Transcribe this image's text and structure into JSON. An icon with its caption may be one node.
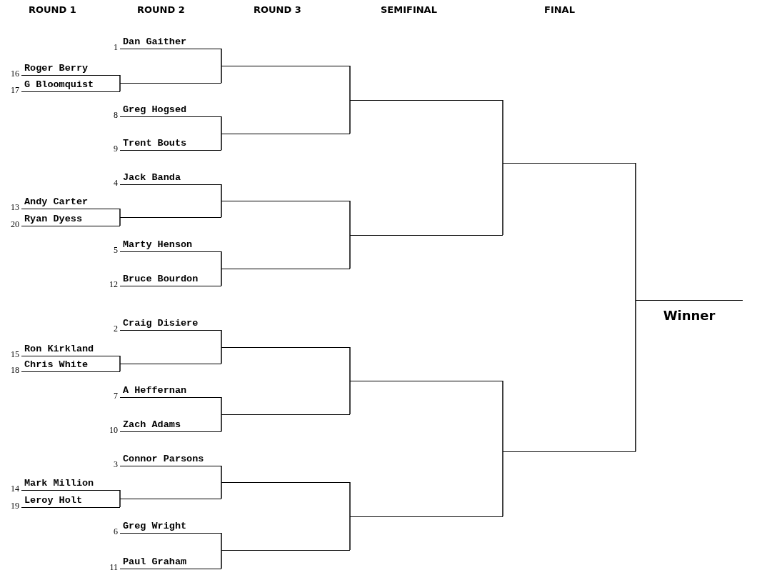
{
  "diagram": {
    "nodes": [
      {
        "text": [
          "Roger Berry"
        ],
        "beside": [
          "16"
        ]
      },
      {
        "text": [
          "G Bloomquist"
        ],
        "beside": [
          "17"
        ]
      },
      {
        "text": [
          "Andy Carter"
        ],
        "beside": [
          "13"
        ]
      },
      {
        "text": [
          "Ryan Dyess"
        ],
        "beside": [
          "20"
        ]
      },
      {
        "text": [
          "Ron Kirkland"
        ],
        "beside": [
          "15"
        ]
      },
      {
        "text": [
          "Chris White"
        ],
        "beside": [
          "18"
        ]
      },
      {
        "text": [
          "Mark Million"
        ],
        "beside": [
          "14"
        ]
      },
      {
        "text": [
          "Leroy Holt"
        ],
        "beside": [
          "19"
        ]
      },
      {
        "text": [
          "Dan Gaither"
        ],
        "beside": [
          "1"
        ]
      },
      {
        "text": [],
        "shape": "line"
      },
      {
        "text": [
          "Greg Hogsed"
        ],
        "beside": [
          "8"
        ]
      },
      {
        "text": [
          "Trent Bouts"
        ],
        "beside": [
          "9"
        ]
      },
      {
        "text": [
          "Jack Banda"
        ],
        "beside": [
          "4"
        ]
      },
      {
        "text": [],
        "shape": "line"
      },
      {
        "text": [
          "Marty Henson"
        ],
        "beside": [
          "5"
        ]
      },
      {
        "text": [
          "Bruce Bourdon"
        ],
        "beside": [
          "12"
        ]
      },
      {
        "text": [
          "Craig Disiere"
        ],
        "beside": [
          "2"
        ]
      },
      {
        "text": [],
        "shape": "line"
      },
      {
        "text": [
          "A Heffernan"
        ],
        "beside": [
          "7"
        ]
      },
      {
        "text": [
          "Zach Adams"
        ],
        "beside": [
          "10"
        ]
      },
      {
        "text": [
          "Connor Parsons"
        ],
        "beside": [
          "3"
        ]
      },
      {
        "text": [],
        "shape": "line"
      },
      {
        "text": [
          "Greg Wright"
        ],
        "beside": [
          "6"
        ]
      },
      {
        "text": [
          "Paul Graham"
        ],
        "beside": [
          "11"
        ]
      },
      {
        "text": [],
        "shape": "line"
      },
      {
        "text": [],
        "shape": "line"
      },
      {
        "text": [],
        "shape": "line"
      },
      {
        "text": [],
        "shape": "line"
      },
      {
        "text": [],
        "shape": "line"
      },
      {
        "text": [],
        "shape": "line"
      },
      {
        "text": [],
        "shape": "line"
      },
      {
        "text": [],
        "shape": "line"
      },
      {
        "text": [],
        "shape": "line"
      },
      {
        "text": [],
        "shape": "line"
      },
      {
        "text": [],
        "shape": "line"
      },
      {
        "text": [],
        "shape": "line"
      },
      {
        "text": [],
        "shape": "line"
      },
      {
        "text": [],
        "shape": "line"
      },
      {
        "text": [
          "Winner"
        ]
      }
    ],
    "edges": [
      {
        "from": 0,
        "to": 9,
        "arrow": "none"
      },
      {
        "from": 1,
        "to": 9,
        "arrow": "none"
      },
      {
        "from": 2,
        "to": 13,
        "arrow": "none"
      },
      {
        "from": 3,
        "to": 13,
        "arrow": "none"
      },
      {
        "from": 4,
        "to": 17,
        "arrow": "none"
      },
      {
        "from": 5,
        "to": 17,
        "arrow": "none"
      },
      {
        "from": 6,
        "to": 21,
        "arrow": "none"
      },
      {
        "from": 7,
        "to": 21,
        "arrow": "none"
      },
      {
        "from": 8,
        "to": 24,
        "arrow": "none"
      },
      {
        "from": 9,
        "to": 24,
        "arrow": "none"
      },
      {
        "from": 10,
        "to": 25,
        "arrow": "none"
      },
      {
        "from": 11,
        "to": 25,
        "arrow": "none"
      },
      {
        "from": 12,
        "to": 26,
        "arrow": "none"
      },
      {
        "from": 13,
        "to": 26,
        "arrow": "none"
      },
      {
        "from": 14,
        "to": 27,
        "arrow": "none"
      },
      {
        "from": 15,
        "to": 27,
        "arrow": "none"
      },
      {
        "from": 16,
        "to": 28,
        "arrow": "none"
      },
      {
        "from": 17,
        "to": 28,
        "arrow": "none"
      },
      {
        "from": 18,
        "to": 29,
        "arrow": "none"
      },
      {
        "from": 19,
        "to": 29,
        "arrow": "none"
      },
      {
        "from": 20,
        "to": 30,
        "arrow": "none"
      },
      {
        "from": 21,
        "to": 30,
        "arrow": "none"
      },
      {
        "from": 22,
        "to": 31,
        "arrow": "none"
      },
      {
        "from": 23,
        "to": 31,
        "arrow": "none"
      },
      {
        "from": 24,
        "to": 32,
        "arrow": "none"
      },
      {
        "from": 25,
        "to": 32,
        "arrow": "none"
      },
      {
        "from": 26,
        "to": 33,
        "arrow": "none"
      },
      {
        "from": 27,
        "to": 33,
        "arrow": "none"
      },
      {
        "from": 28,
        "to": 34,
        "arrow": "none"
      },
      {
        "from": 29,
        "to": 34,
        "arrow": "none"
      },
      {
        "from": 30,
        "to": 35,
        "arrow": "none"
      },
      {
        "from": 31,
        "to": 35,
        "arrow": "none"
      },
      {
        "from": 32,
        "to": 36,
        "arrow": "none"
      },
      {
        "from": 33,
        "to": 36,
        "arrow": "none"
      },
      {
        "from": 34,
        "to": 37,
        "arrow": "none"
      },
      {
        "from": 35,
        "to": 37,
        "arrow": "none"
      },
      {
        "from": 36,
        "to": 38,
        "arrow": "none"
      },
      {
        "from": 37,
        "to": 38,
        "arrow": "none"
      }
    ],
    "labels": [
      "ROUND 1",
      "ROUND 2",
      "ROUND 3",
      "SEMIFINAL",
      "FINAL"
    ]
  }
}
